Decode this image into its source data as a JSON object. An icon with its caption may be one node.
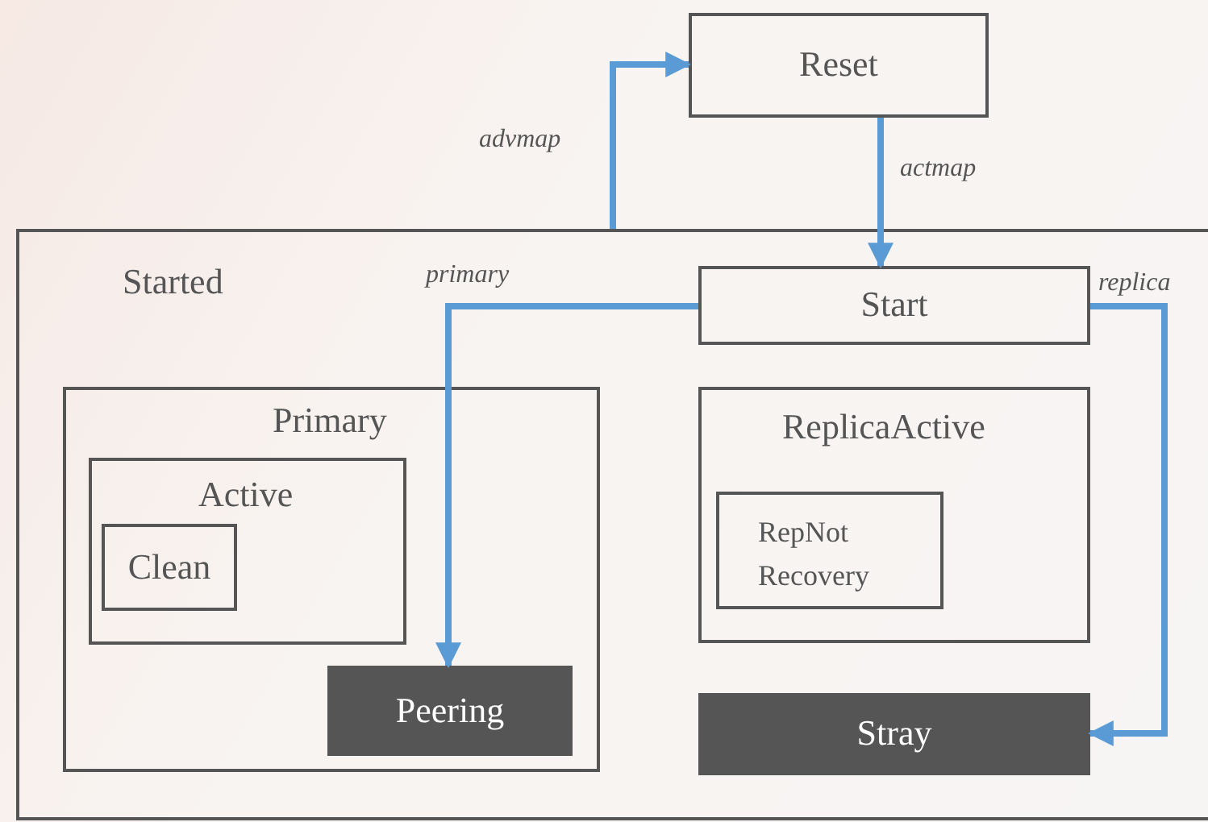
{
  "diagram": {
    "nodes": [
      {
        "text": [
          "Reset"
        ]
      },
      {
        "text": [
          "Started"
        ]
      },
      {
        "text": [
          "Start"
        ],
        "in": 1
      },
      {
        "text": [
          "Primary"
        ],
        "in": 1
      },
      {
        "text": [
          "Active"
        ],
        "in": 3
      },
      {
        "text": [
          "Clean"
        ],
        "in": 4
      },
      {
        "text": [
          "Peering"
        ],
        "in": 3
      },
      {
        "text": [
          "ReplicaActive"
        ],
        "in": 1
      },
      {
        "text": [
          "RepNot Recovery"
        ],
        "in": 7
      },
      {
        "text": [
          "Stray"
        ],
        "in": 1
      }
    ],
    "edges": [
      {
        "from": 1,
        "to": 0,
        "arrow": "to",
        "label": "advmap"
      },
      {
        "from": 0,
        "to": 2,
        "arrow": "to",
        "label": "actmap"
      },
      {
        "from": 2,
        "to": 6,
        "arrow": "to",
        "label": "primary"
      },
      {
        "from": 2,
        "to": 9,
        "arrow": "to",
        "label": "replica"
      }
    ]
  }
}
